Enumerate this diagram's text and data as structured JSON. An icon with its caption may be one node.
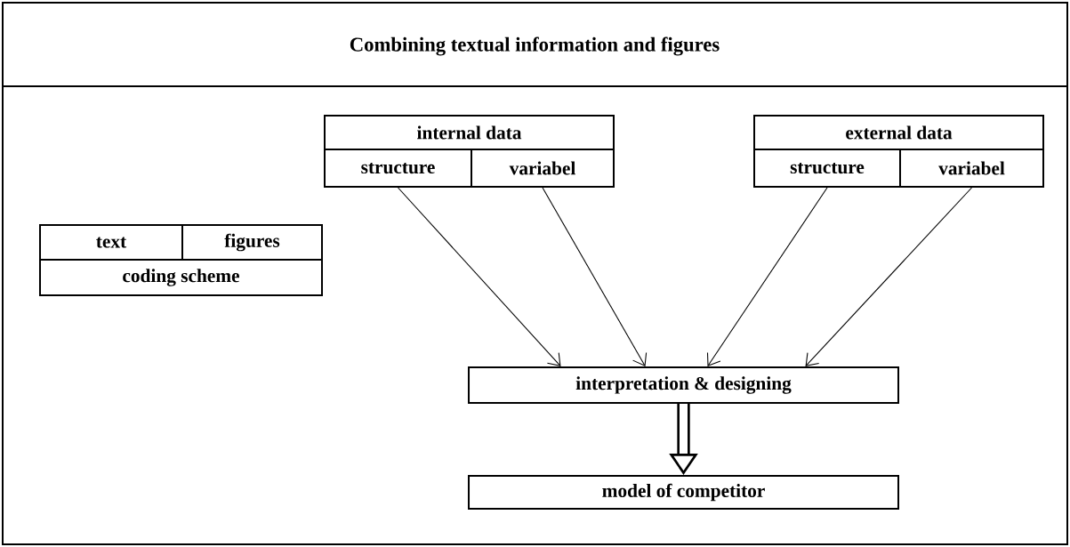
{
  "diagram": {
    "title": "Combining textual information and figures",
    "nodes": [
      {
        "text": [
          "internal data"
        ]
      },
      {
        "text": [
          "structure"
        ]
      },
      {
        "text": [
          "variabel"
        ]
      },
      {
        "text": [
          "external data"
        ]
      },
      {
        "text": [
          "structure"
        ]
      },
      {
        "text": [
          "variabel"
        ]
      },
      {
        "text": [
          "text"
        ]
      },
      {
        "text": [
          "figures"
        ]
      },
      {
        "text": [
          "coding scheme"
        ]
      },
      {
        "text": [
          "interpretation & designing"
        ]
      },
      {
        "text": [
          "model of competitor"
        ]
      }
    ],
    "edges": [
      {
        "from": 1,
        "to": 9,
        "arrow": "to"
      },
      {
        "from": 2,
        "to": 9,
        "arrow": "to"
      },
      {
        "from": 4,
        "to": 9,
        "arrow": "to"
      },
      {
        "from": 5,
        "to": 9,
        "arrow": "to"
      },
      {
        "from": 9,
        "to": 10,
        "arrow": "to",
        "style": "thick"
      }
    ]
  }
}
